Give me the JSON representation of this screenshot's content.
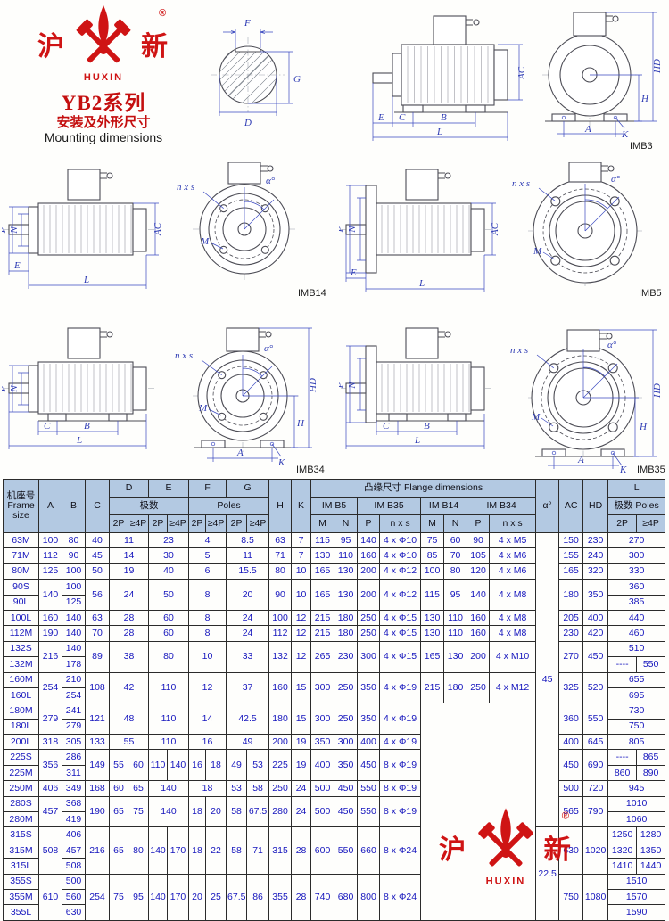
{
  "brand": {
    "cn_left": "沪",
    "cn_right": "新",
    "latin": "HUXIN",
    "reg": "®"
  },
  "header": {
    "series": "YB2系列",
    "subtitle_cn": "安装及外形尺寸",
    "subtitle_en": "Mounting dimensions"
  },
  "drawings": {
    "shaft_section": {
      "dims": {
        "f": "F",
        "g": "G",
        "d": "D"
      }
    },
    "imb3": {
      "name": "IMB3",
      "dims": {
        "e": "E",
        "c": "C",
        "b": "B",
        "l": "L",
        "ac": "AC",
        "a": "A",
        "k": "K",
        "h": "H",
        "hd": "HD"
      }
    },
    "imb14": {
      "name": "IMB14",
      "dims": {
        "p": "P",
        "n": "N",
        "ac": "AC",
        "e": "E",
        "l": "L",
        "nxs": "n x s",
        "m": "M",
        "alpha": "α°"
      }
    },
    "imb5": {
      "name": "IMB5",
      "dims": {
        "p": "P",
        "n": "N",
        "ac": "AC",
        "e": "E",
        "l": "L",
        "nxs": "n x s",
        "m": "M",
        "alpha": "α°"
      }
    },
    "imb34": {
      "name": "IMB34",
      "dims": {
        "p": "P",
        "n": "N",
        "c": "C",
        "b": "B",
        "l": "L",
        "nxs": "n x s",
        "m": "M",
        "alpha": "α°",
        "h": "H",
        "k": "K",
        "a": "A",
        "hd": "HD"
      }
    },
    "imb35": {
      "name": "IMB35",
      "dims": {
        "p": "P",
        "n": "N",
        "c": "C",
        "b": "B",
        "l": "L",
        "nxs": "n x s",
        "m": "M",
        "alpha": "α°",
        "h": "H",
        "k": "K",
        "a": "A",
        "hd": "HD"
      }
    }
  },
  "table": {
    "header_rows": [
      [
        {
          "t": "机座号\nFrame\nsize",
          "rs": 3
        },
        {
          "t": "A",
          "rs": 3
        },
        {
          "t": "B",
          "rs": 3
        },
        {
          "t": "C",
          "rs": 3
        },
        {
          "t": "D",
          "cs": 2
        },
        {
          "t": "E",
          "cs": 2
        },
        {
          "t": "F",
          "cs": 2
        },
        {
          "t": "G",
          "cs": 2
        },
        {
          "t": "H",
          "rs": 3
        },
        {
          "t": "K",
          "rs": 3
        },
        {
          "t": "凸缘尺寸   Flange dimensions",
          "cs": 8
        },
        {
          "t": "α°",
          "rs": 3
        },
        {
          "t": "AC",
          "rs": 3
        },
        {
          "t": "HD",
          "rs": 3
        },
        {
          "t": "L",
          "cs": 2
        }
      ],
      [
        {
          "t": "极数",
          "cs": 4
        },
        {
          "t": "Poles",
          "cs": 4
        },
        {
          "t": "IM B5",
          "cs": 2
        },
        {
          "t": "IM B35",
          "cs": 2
        },
        {
          "t": "IM B14",
          "cs": 2
        },
        {
          "t": "IM B34",
          "cs": 2
        },
        {
          "t": "极数 Poles",
          "cs": 2
        }
      ],
      [
        "2P",
        "≥4P",
        "2P",
        "≥4P",
        "2P",
        "≥4P",
        "2P",
        "≥4P",
        "M",
        "N",
        "P",
        "n x s",
        "M",
        "N",
        "P",
        "n x s",
        "2P",
        "≥4P"
      ]
    ],
    "rows": [
      [
        "63M",
        "100",
        "80",
        "40",
        {
          "t": "11",
          "cs": 2
        },
        {
          "t": "23",
          "cs": 2
        },
        {
          "t": "4",
          "cs": 2
        },
        {
          "t": "8.5",
          "cs": 2
        },
        "63",
        "7",
        "115",
        "95",
        "140",
        "4 x Φ10",
        "75",
        "60",
        "90",
        "4 x M5",
        {
          "t": "45",
          "rs": 19
        },
        "150",
        "230",
        {
          "t": "270",
          "cs": 2
        }
      ],
      [
        "71M",
        "112",
        "90",
        "45",
        {
          "t": "14",
          "cs": 2
        },
        {
          "t": "30",
          "cs": 2
        },
        {
          "t": "5",
          "cs": 2
        },
        {
          "t": "11",
          "cs": 2
        },
        "71",
        "7",
        "130",
        "110",
        "160",
        "4 x Φ10",
        "85",
        "70",
        "105",
        "4 x M6",
        "155",
        "240",
        {
          "t": "300",
          "cs": 2
        }
      ],
      [
        "80M",
        "125",
        "100",
        "50",
        {
          "t": "19",
          "cs": 2
        },
        {
          "t": "40",
          "cs": 2
        },
        {
          "t": "6",
          "cs": 2
        },
        {
          "t": "15.5",
          "cs": 2
        },
        "80",
        "10",
        "165",
        "130",
        "200",
        "4 x Φ12",
        "100",
        "80",
        "120",
        "4 x M6",
        "165",
        "320",
        {
          "t": "330",
          "cs": 2
        }
      ],
      [
        "90S",
        {
          "t": "140",
          "rs": 2
        },
        "100",
        {
          "t": "56",
          "rs": 2
        },
        {
          "t": "24",
          "cs": 2,
          "rs": 2
        },
        {
          "t": "50",
          "cs": 2,
          "rs": 2
        },
        {
          "t": "8",
          "cs": 2,
          "rs": 2
        },
        {
          "t": "20",
          "cs": 2,
          "rs": 2
        },
        {
          "t": "90",
          "rs": 2
        },
        {
          "t": "10",
          "rs": 2
        },
        {
          "t": "165",
          "rs": 2
        },
        {
          "t": "130",
          "rs": 2
        },
        {
          "t": "200",
          "rs": 2
        },
        {
          "t": "4 x Φ12",
          "rs": 2
        },
        {
          "t": "115",
          "rs": 2
        },
        {
          "t": "95",
          "rs": 2
        },
        {
          "t": "140",
          "rs": 2
        },
        {
          "t": "4 x M8",
          "rs": 2
        },
        {
          "t": "180",
          "rs": 2
        },
        {
          "t": "350",
          "rs": 2
        },
        {
          "t": "360",
          "cs": 2
        }
      ],
      [
        "90L",
        "125",
        {
          "t": "385",
          "cs": 2
        }
      ],
      [
        "100L",
        "160",
        "140",
        "63",
        {
          "t": "28",
          "cs": 2
        },
        {
          "t": "60",
          "cs": 2
        },
        {
          "t": "8",
          "cs": 2
        },
        {
          "t": "24",
          "cs": 2
        },
        "100",
        "12",
        "215",
        "180",
        "250",
        "4 x Φ15",
        "130",
        "110",
        "160",
        "4 x M8",
        "205",
        "400",
        {
          "t": "440",
          "cs": 2
        }
      ],
      [
        "112M",
        "190",
        "140",
        "70",
        {
          "t": "28",
          "cs": 2
        },
        {
          "t": "60",
          "cs": 2
        },
        {
          "t": "8",
          "cs": 2
        },
        {
          "t": "24",
          "cs": 2
        },
        "112",
        "12",
        "215",
        "180",
        "250",
        "4 x Φ15",
        "130",
        "110",
        "160",
        "4 x M8",
        "230",
        "420",
        {
          "t": "460",
          "cs": 2
        }
      ],
      [
        "132S",
        {
          "t": "216",
          "rs": 2
        },
        "140",
        {
          "t": "89",
          "rs": 2
        },
        {
          "t": "38",
          "cs": 2,
          "rs": 2
        },
        {
          "t": "80",
          "cs": 2,
          "rs": 2
        },
        {
          "t": "10",
          "cs": 2,
          "rs": 2
        },
        {
          "t": "33",
          "cs": 2,
          "rs": 2
        },
        {
          "t": "132",
          "rs": 2
        },
        {
          "t": "12",
          "rs": 2
        },
        {
          "t": "265",
          "rs": 2
        },
        {
          "t": "230",
          "rs": 2
        },
        {
          "t": "300",
          "rs": 2
        },
        {
          "t": "4 x Φ15",
          "rs": 2
        },
        {
          "t": "165",
          "rs": 2
        },
        {
          "t": "130",
          "rs": 2
        },
        {
          "t": "200",
          "rs": 2
        },
        {
          "t": "4 x M10",
          "rs": 2
        },
        {
          "t": "270",
          "rs": 2
        },
        {
          "t": "450",
          "rs": 2
        },
        {
          "t": "510",
          "cs": 2
        }
      ],
      [
        "132M",
        "178",
        "----",
        "550"
      ],
      [
        "160M",
        {
          "t": "254",
          "rs": 2
        },
        "210",
        {
          "t": "108",
          "rs": 2
        },
        {
          "t": "42",
          "cs": 2,
          "rs": 2
        },
        {
          "t": "110",
          "cs": 2,
          "rs": 2
        },
        {
          "t": "12",
          "cs": 2,
          "rs": 2
        },
        {
          "t": "37",
          "cs": 2,
          "rs": 2
        },
        {
          "t": "160",
          "rs": 2
        },
        {
          "t": "15",
          "rs": 2
        },
        {
          "t": "300",
          "rs": 2
        },
        {
          "t": "250",
          "rs": 2
        },
        {
          "t": "350",
          "rs": 2
        },
        {
          "t": "4 x Φ19",
          "rs": 2
        },
        {
          "t": "215",
          "rs": 2
        },
        {
          "t": "180",
          "rs": 2
        },
        {
          "t": "250",
          "rs": 2
        },
        {
          "t": "4 x M12",
          "rs": 2
        },
        {
          "t": "325",
          "rs": 2
        },
        {
          "t": "520",
          "rs": 2
        },
        {
          "t": "655",
          "cs": 2
        }
      ],
      [
        "160L",
        "254",
        {
          "t": "695",
          "cs": 2
        }
      ],
      [
        "180M",
        {
          "t": "279",
          "rs": 2
        },
        "241",
        {
          "t": "121",
          "rs": 2
        },
        {
          "t": "48",
          "cs": 2,
          "rs": 2
        },
        {
          "t": "110",
          "cs": 2,
          "rs": 2
        },
        {
          "t": "14",
          "cs": 2,
          "rs": 2
        },
        {
          "t": "42.5",
          "cs": 2,
          "rs": 2
        },
        {
          "t": "180",
          "rs": 2
        },
        {
          "t": "15",
          "rs": 2
        },
        {
          "t": "300",
          "rs": 2
        },
        {
          "t": "250",
          "rs": 2
        },
        {
          "t": "350",
          "rs": 2
        },
        {
          "t": "4 x Φ19",
          "rs": 2
        },
        {
          "t": "",
          "rs": 14,
          "cs": 4,
          "cl": "wmcell"
        },
        {
          "t": "360",
          "rs": 2
        },
        {
          "t": "550",
          "rs": 2
        },
        {
          "t": "730",
          "cs": 2
        }
      ],
      [
        "180L",
        "279",
        {
          "t": "750",
          "cs": 2
        }
      ],
      [
        "200L",
        "318",
        "305",
        "133",
        {
          "t": "55",
          "cs": 2
        },
        {
          "t": "110",
          "cs": 2
        },
        {
          "t": "16",
          "cs": 2
        },
        {
          "t": "49",
          "cs": 2
        },
        "200",
        "19",
        "350",
        "300",
        "400",
        "4 x Φ19",
        "400",
        "645",
        {
          "t": "805",
          "cs": 2
        }
      ],
      [
        "225S",
        {
          "t": "356",
          "rs": 2
        },
        "286",
        {
          "t": "149",
          "rs": 2
        },
        {
          "t": "55",
          "rs": 2
        },
        {
          "t": "60",
          "rs": 2
        },
        {
          "t": "110",
          "rs": 2
        },
        {
          "t": "140",
          "rs": 2
        },
        {
          "t": "16",
          "rs": 2
        },
        {
          "t": "18",
          "rs": 2
        },
        {
          "t": "49",
          "rs": 2
        },
        {
          "t": "53",
          "rs": 2
        },
        {
          "t": "225",
          "rs": 2
        },
        {
          "t": "19",
          "rs": 2
        },
        {
          "t": "400",
          "rs": 2
        },
        {
          "t": "350",
          "rs": 2
        },
        {
          "t": "450",
          "rs": 2
        },
        {
          "t": "8 x Φ19",
          "rs": 2
        },
        {
          "t": "450",
          "rs": 2
        },
        {
          "t": "690",
          "rs": 2
        },
        "----",
        "865"
      ],
      [
        "225M",
        "311",
        "860",
        "890"
      ],
      [
        "250M",
        "406",
        "349",
        "168",
        "60",
        "65",
        {
          "t": "140",
          "cs": 2
        },
        {
          "t": "18",
          "cs": 2
        },
        "53",
        "58",
        "250",
        "24",
        "500",
        "450",
        "550",
        "8 x Φ19",
        "500",
        "720",
        {
          "t": "945",
          "cs": 2
        }
      ],
      [
        "280S",
        {
          "t": "457",
          "rs": 2
        },
        "368",
        {
          "t": "190",
          "rs": 2
        },
        {
          "t": "65",
          "rs": 2
        },
        {
          "t": "75",
          "rs": 2
        },
        {
          "t": "140",
          "cs": 2,
          "rs": 2
        },
        {
          "t": "18",
          "rs": 2
        },
        {
          "t": "20",
          "rs": 2
        },
        {
          "t": "58",
          "rs": 2
        },
        {
          "t": "67.5",
          "rs": 2
        },
        {
          "t": "280",
          "rs": 2
        },
        {
          "t": "24",
          "rs": 2
        },
        {
          "t": "500",
          "rs": 2
        },
        {
          "t": "450",
          "rs": 2
        },
        {
          "t": "550",
          "rs": 2
        },
        {
          "t": "8 x Φ19",
          "rs": 2
        },
        {
          "t": "565",
          "rs": 2
        },
        {
          "t": "790",
          "rs": 2
        },
        {
          "t": "1010",
          "cs": 2
        }
      ],
      [
        "280M",
        "419",
        {
          "t": "1060",
          "cs": 2
        }
      ],
      [
        "315S",
        {
          "t": "508",
          "rs": 3
        },
        "406",
        {
          "t": "216",
          "rs": 3
        },
        {
          "t": "65",
          "rs": 3
        },
        {
          "t": "80",
          "rs": 3
        },
        {
          "t": "140",
          "rs": 3
        },
        {
          "t": "170",
          "rs": 3
        },
        {
          "t": "18",
          "rs": 3
        },
        {
          "t": "22",
          "rs": 3
        },
        {
          "t": "58",
          "rs": 3
        },
        {
          "t": "71",
          "rs": 3
        },
        {
          "t": "315",
          "rs": 3
        },
        {
          "t": "28",
          "rs": 3
        },
        {
          "t": "600",
          "rs": 3
        },
        {
          "t": "550",
          "rs": 3
        },
        {
          "t": "660",
          "rs": 3
        },
        {
          "t": "8 x Φ24",
          "rs": 3
        },
        {
          "t": "22.5",
          "rs": 6
        },
        {
          "t": "630",
          "rs": 3
        },
        {
          "t": "1020",
          "rs": 3
        },
        "1250",
        "1280"
      ],
      [
        "315M",
        "457",
        "1320",
        "1350"
      ],
      [
        "315L",
        "508",
        "1410",
        "1440"
      ],
      [
        "355S",
        {
          "t": "610",
          "rs": 3
        },
        "500",
        {
          "t": "254",
          "rs": 3
        },
        {
          "t": "75",
          "rs": 3
        },
        {
          "t": "95",
          "rs": 3
        },
        {
          "t": "140",
          "rs": 3
        },
        {
          "t": "170",
          "rs": 3
        },
        {
          "t": "20",
          "rs": 3
        },
        {
          "t": "25",
          "rs": 3
        },
        {
          "t": "67.5",
          "rs": 3
        },
        {
          "t": "86",
          "rs": 3
        },
        {
          "t": "355",
          "rs": 3
        },
        {
          "t": "28",
          "rs": 3
        },
        {
          "t": "740",
          "rs": 3
        },
        {
          "t": "680",
          "rs": 3
        },
        {
          "t": "800",
          "rs": 3
        },
        {
          "t": "8 x Φ24",
          "rs": 3
        },
        {
          "t": "750",
          "rs": 3
        },
        {
          "t": "1080",
          "rs": 3
        },
        {
          "t": "1510",
          "cs": 2
        }
      ],
      [
        "355M",
        "560",
        {
          "t": "1570",
          "cs": 2
        }
      ],
      [
        "355L",
        "630",
        {
          "t": "1590",
          "cs": 2
        }
      ]
    ]
  }
}
